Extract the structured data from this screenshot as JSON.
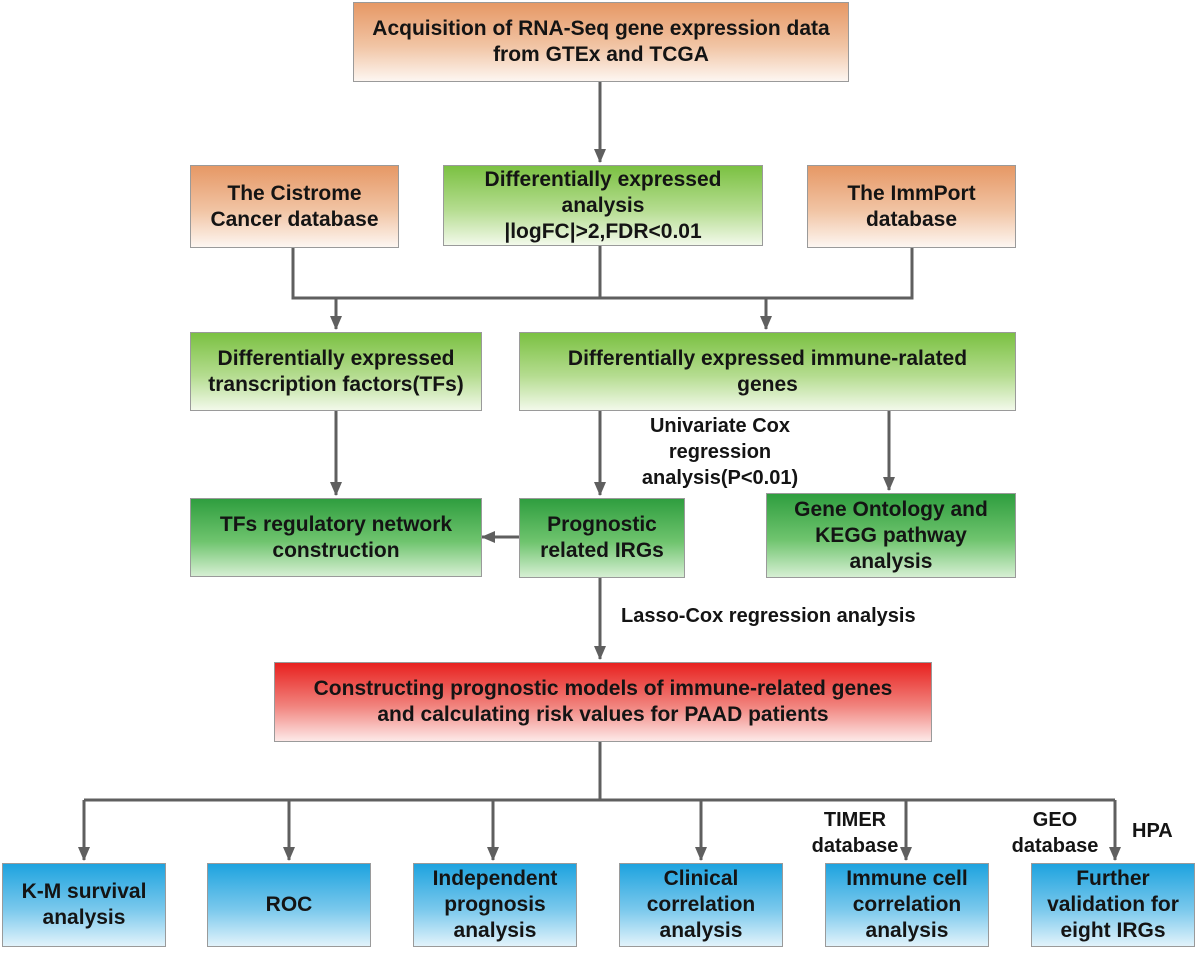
{
  "boxes": {
    "acquisition": "Acquisition of RNA-Seq gene expression data\nfrom GTEx and TCGA",
    "cistrome": "The Cistrome\nCancer database",
    "dea": "Differentially expressed\nanalysis\n|logFC|>2,FDR<0.01",
    "immport": "The ImmPort\ndatabase",
    "de_tfs": "Differentially expressed\ntranscription factors(TFs)",
    "de_irgs": "Differentially expressed immune-ralated\ngenes",
    "tf_network": "TFs regulatory network\nconstruction",
    "prognostic": "Prognostic\nrelated IRGs",
    "go_kegg": "Gene Ontology and\nKEGG pathway\nanalysis",
    "model": "Constructing prognostic models of immune-related genes\nand calculating risk values for PAAD patients",
    "km": "K-M survival\nanalysis",
    "roc": "ROC",
    "independent": "Independent\nprognosis\nanalysis",
    "clinical": "Clinical\ncorrelation\nanalysis",
    "immune_cell": "Immune cell\ncorrelation\nanalysis",
    "validation": "Further\nvalidation for\neight IRGs"
  },
  "labels": {
    "univariate": "Univariate Cox\nregression\nanalysis(P<0.01)",
    "lasso": "Lasso-Cox regression analysis",
    "timer": "TIMER\ndatabase",
    "geo": "GEO\ndatabase",
    "hpa": "HPA"
  },
  "colors": {
    "line": "#5f5f5f",
    "orange": "#e69865",
    "green": "#7bc142",
    "dark_green": "#2f9e3f",
    "red": "#e8211f",
    "blue": "#1ea3df"
  }
}
